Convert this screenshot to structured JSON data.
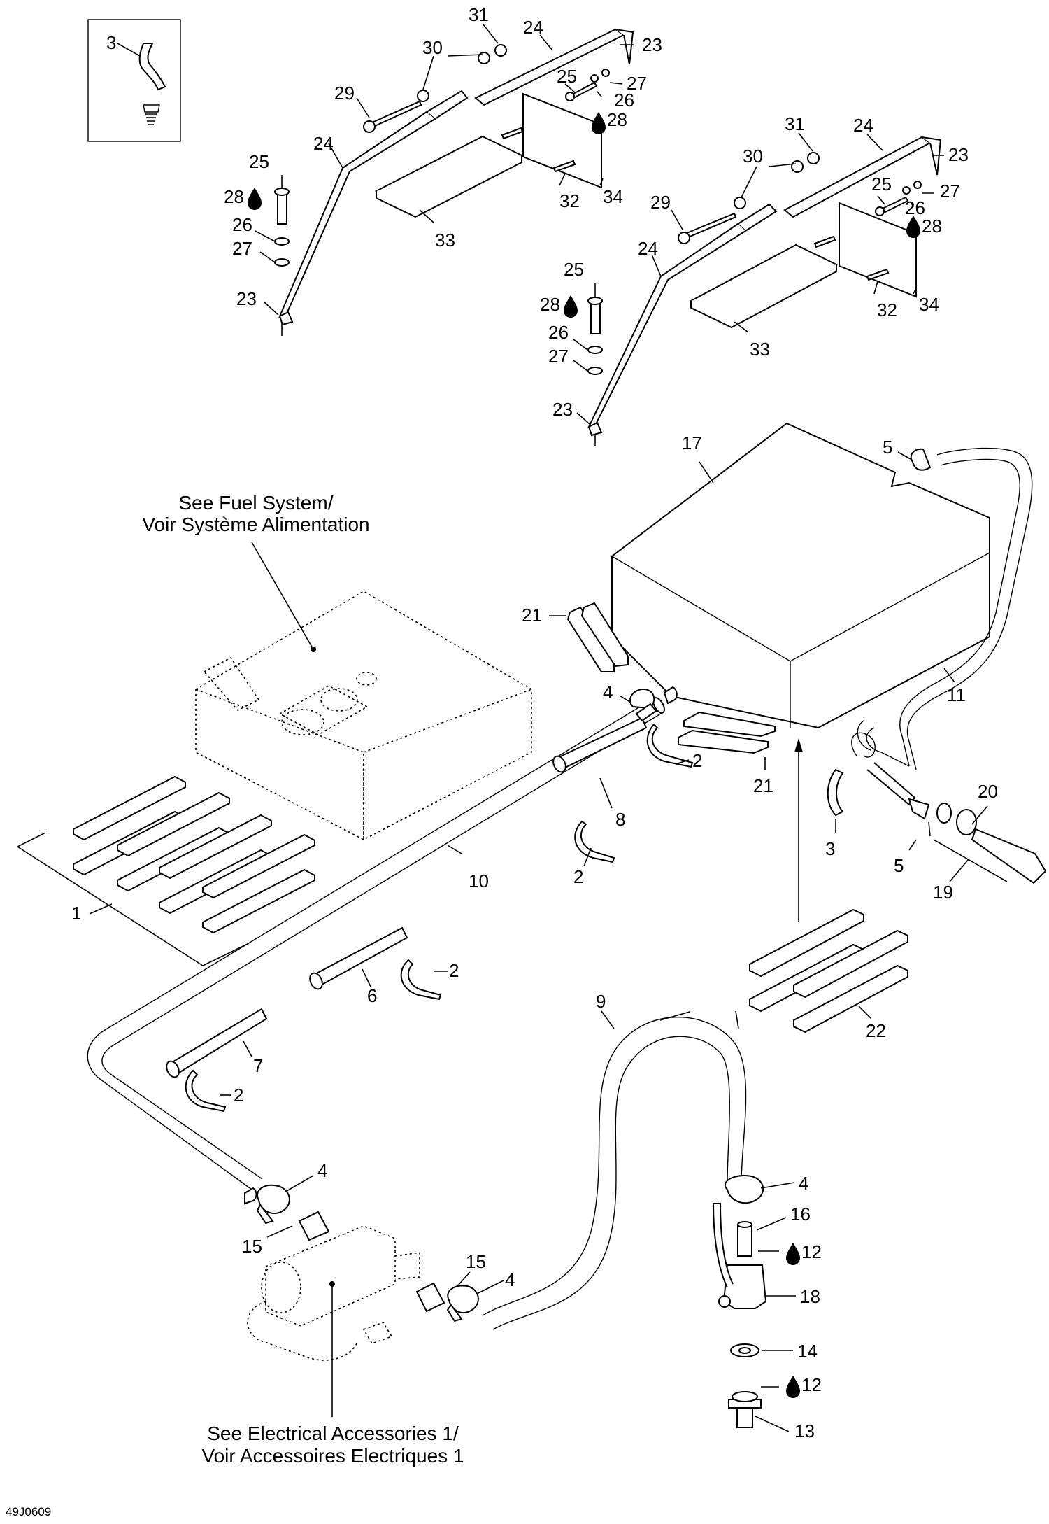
{
  "diagram": {
    "notes": {
      "fuel_system": [
        "See Fuel System/",
        "Voir Système Alimentation"
      ],
      "electrical": [
        "See Electrical Accessories 1/",
        "Voir Accessoires Electriques 1"
      ]
    },
    "drawing_code": "49J0609",
    "labels": [
      "1",
      "2",
      "3",
      "4",
      "5",
      "6",
      "7",
      "8",
      "9",
      "10",
      "11",
      "12",
      "13",
      "14",
      "15",
      "16",
      "17",
      "18",
      "19",
      "20",
      "21",
      "22",
      "23",
      "24",
      "25",
      "26",
      "27",
      "28",
      "29",
      "30",
      "31",
      "32",
      "33",
      "34"
    ],
    "colors": {
      "line": "#000000",
      "background": "#ffffff"
    }
  }
}
